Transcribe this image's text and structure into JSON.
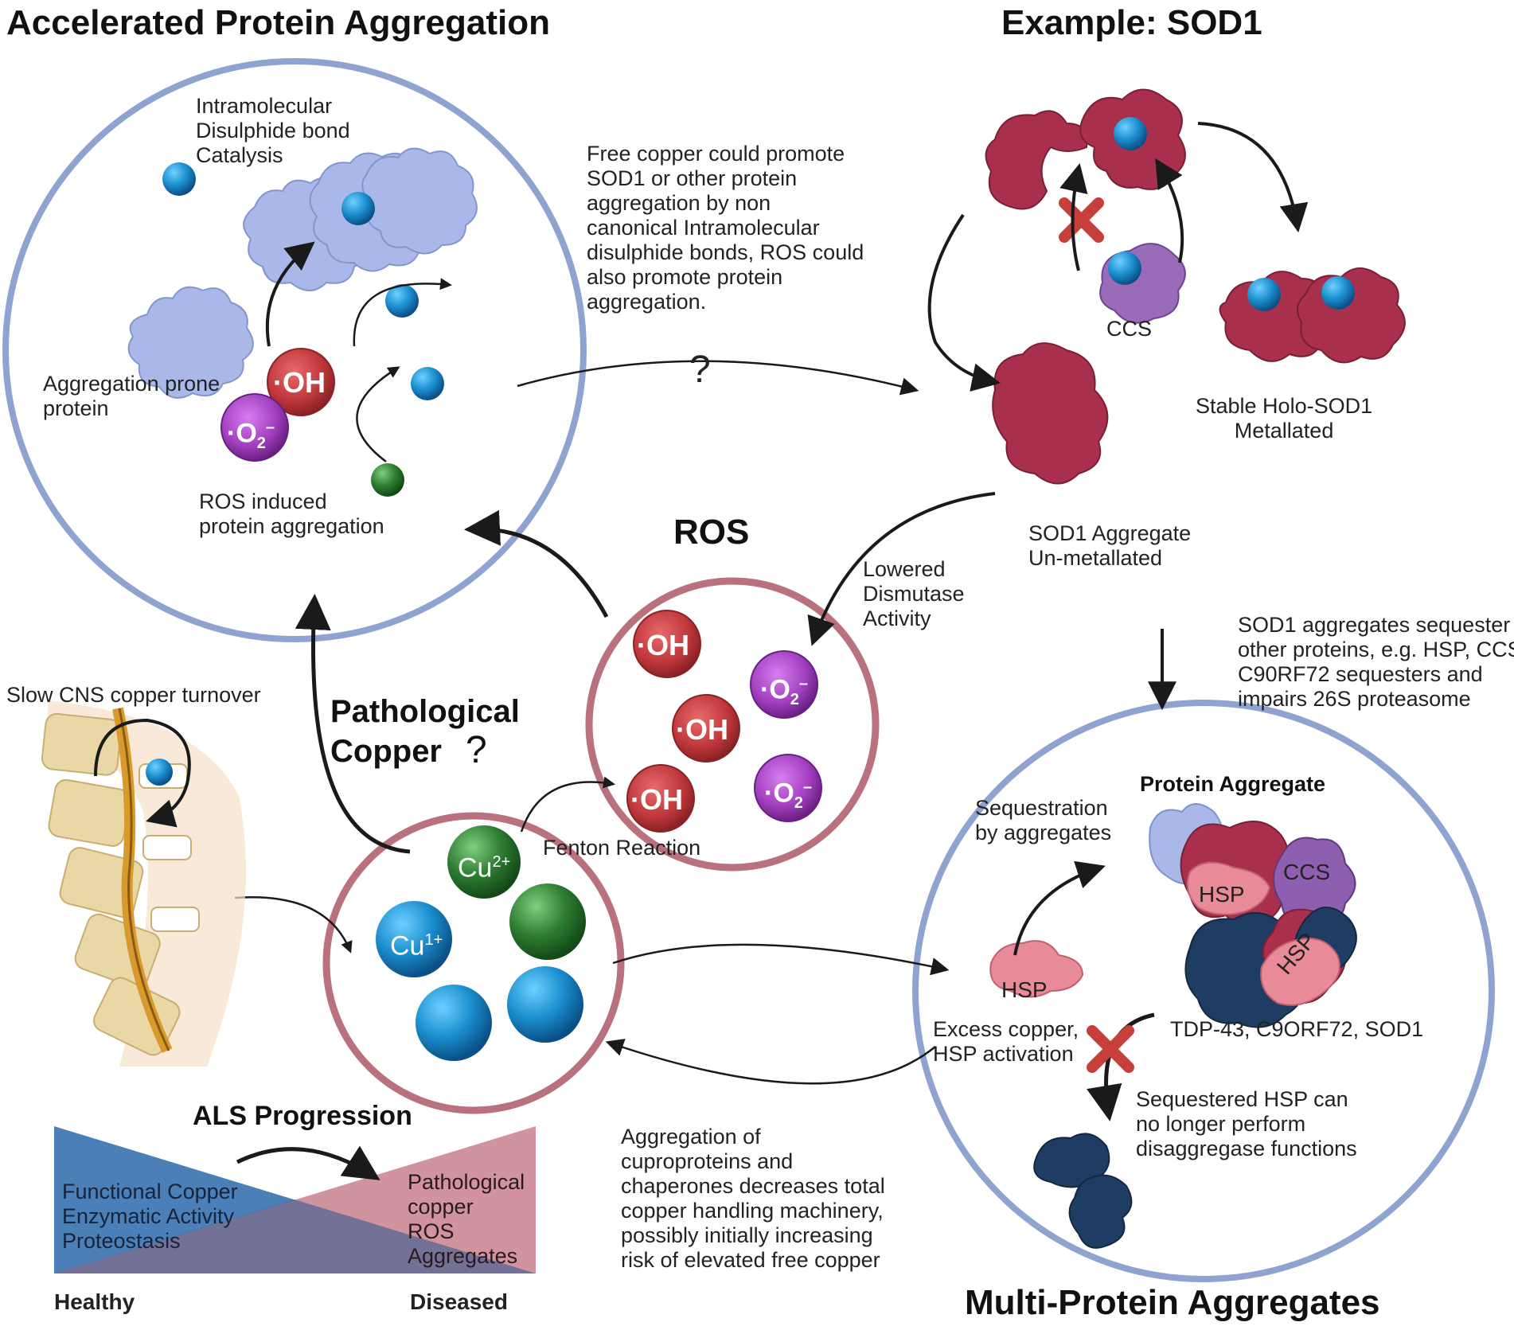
{
  "titles": {
    "accelerated": "Accelerated Protein Aggregation",
    "example_sod1": "Example: SOD1",
    "ros": "ROS",
    "pathological_copper_1": "Pathological",
    "pathological_copper_2": "Copper",
    "question_mark": "?",
    "multi_protein": "Multi-Protein Aggregates",
    "als_progression": "ALS Progression",
    "protein_aggregate": "Protein Aggregate"
  },
  "accelerated_panel": {
    "disulphide": [
      "Intramolecular",
      "Disulphide bond",
      "Catalysis"
    ],
    "aggregation_prone": [
      "Aggregation prone",
      "protein"
    ],
    "ros_induced": [
      "ROS induced",
      "protein aggregation"
    ]
  },
  "free_copper_note": [
    "Free copper could promote",
    "SOD1 or other protein",
    "aggregation by non",
    "canonical Intramolecular",
    "disulphide bonds, ROS could",
    "also promote protein",
    "aggregation."
  ],
  "center_question": "?",
  "sod1_panel": {
    "ccs": "CCS",
    "stable_holo": [
      "Stable Holo-SOD1",
      "Metallated"
    ],
    "aggregate_unmetallated": [
      "SOD1 Aggregate",
      "Un-metallated"
    ],
    "lowered_dismutase": [
      "Lowered",
      "Dismutase",
      "Activity"
    ]
  },
  "sequester_note": [
    "SOD1 aggregates sequester",
    "other proteins, e.g. HSP, CCS",
    "C90RF72 sequesters and",
    "impairs 26S proteasome"
  ],
  "copper_panel": {
    "slow_cns": "Slow CNS copper turnover",
    "fenton": "Fenton Reaction",
    "cu2": "Cu",
    "cu2_sup": "2+",
    "cu1": "Cu",
    "cu1_sup": "1+"
  },
  "ros_labels": {
    "oh": "OH",
    "o2": "O",
    "o2_sub": "2",
    "o2_sup": "–"
  },
  "multi_panel": {
    "sequestration": [
      "Sequestration",
      "by aggregates"
    ],
    "hsp": "HSP",
    "ccs": "CCS",
    "excess_copper": [
      "Excess copper,",
      "HSP activation"
    ],
    "tdp": "TDP-43, C9ORF72, SOD1",
    "sequestered_hsp": [
      "Sequestered HSP can",
      "no longer perform",
      "disaggregase functions"
    ]
  },
  "aggregation_note": [
    "Aggregation of",
    "cuproproteins and",
    "chaperones decreases total",
    "copper handling machinery,",
    "possibly initially increasing",
    "risk of elevated free copper"
  ],
  "als": {
    "healthy_items": [
      "Functional Copper",
      "Enzymatic Activity",
      "Proteostasis"
    ],
    "diseased_items": [
      "Pathological",
      "copper",
      "ROS",
      "Aggregates"
    ],
    "healthy": "Healthy",
    "diseased": "Diseased"
  },
  "colors": {
    "panel_blue": "#8fa3d0",
    "panel_red": "#b9727d",
    "copper_blue": "#1d8fc9",
    "copper_green": "#2e7d32",
    "ros_red": "#c0383c",
    "ros_purple": "#a23fbf",
    "sod1_red": "#a8304d",
    "protein_lavender": "#a9b8e8",
    "als_blue": "#4a7fb8",
    "als_red": "#c9808c"
  }
}
